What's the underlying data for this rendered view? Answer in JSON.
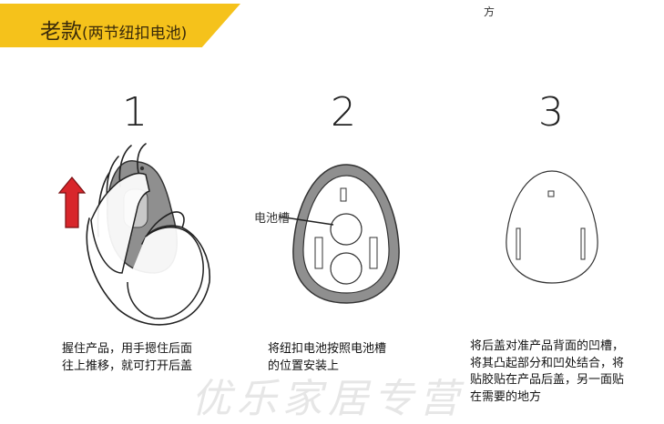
{
  "banner": {
    "title": "老款",
    "subtitle": "(两节纽扣电池)",
    "color": "#f5c21b"
  },
  "top_fragment": "方",
  "steps": [
    {
      "number": "1",
      "caption_lines": [
        "握住产品，用手摁住后面",
        "往上推移，就可打开后盖"
      ]
    },
    {
      "number": "2",
      "caption_lines": [
        "将纽扣电池按照电池槽",
        "的位置安装上"
      ],
      "callout": "电池槽"
    },
    {
      "number": "3",
      "caption_lines": [
        "将后盖对准产品背面的凹槽，",
        "将其凸起部分和凹处结合，将",
        "贴胶贴在产品后盖，另一面贴",
        "在需要的地方"
      ]
    }
  ],
  "watermark": "优乐家居专营",
  "colors": {
    "arrow": "#d8262b",
    "shell": "#8f8f8f",
    "battery": "#ffffff"
  }
}
